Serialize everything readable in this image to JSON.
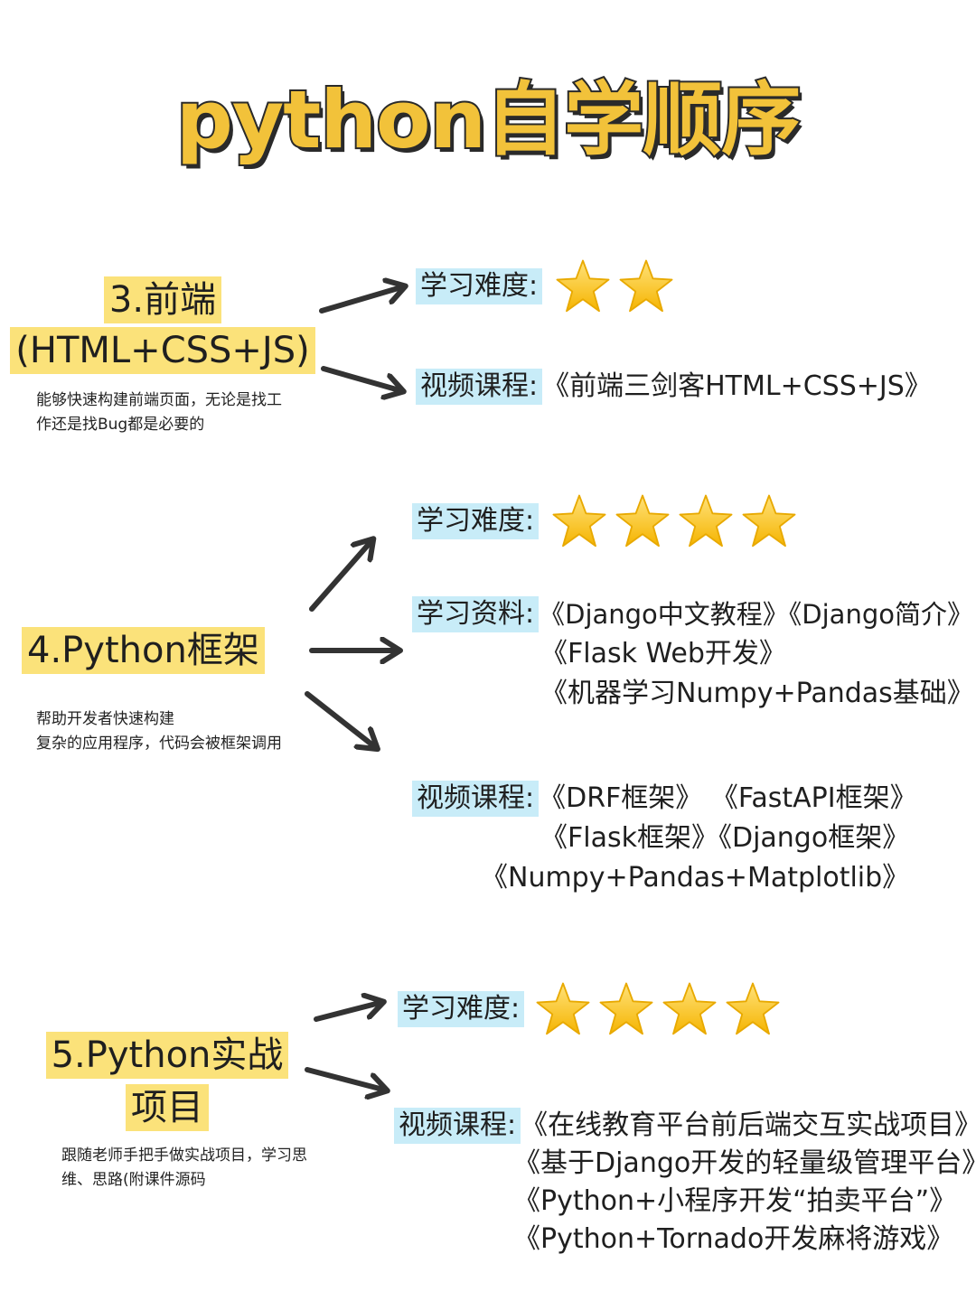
{
  "title": "python自学顺序",
  "colors": {
    "title_fill": "#f2c23a",
    "heading_bg": "#fbe27a",
    "chip_bg": "#c8ecf8",
    "star": "#f8c623",
    "arrow": "#333333"
  },
  "sections": [
    {
      "heading_lines": [
        "3.前端",
        "(HTML+CSS+JS)"
      ],
      "desc_lines": [
        "能够快速构建前端页面，无论是找工",
        "作还是找Bug都是必要的"
      ],
      "difficulty_label": "学习难度:",
      "stars": 2,
      "video_label": "视频课程:",
      "video_lines": [
        "《前端三剑客HTML+CSS+JS》"
      ]
    },
    {
      "heading_lines": [
        "4.Python框架"
      ],
      "desc_lines": [
        "帮助开发者快速构建",
        "复杂的应用程序，代码会被框架调用"
      ],
      "difficulty_label": "学习难度:",
      "stars": 4,
      "material_label": "学习资料:",
      "material_lines": [
        "《Django中文教程》《Django简介》",
        "《Flask Web开发》",
        "《机器学习Numpy+Pandas基础》"
      ],
      "video_label": "视频课程:",
      "video_lines": [
        "《DRF框架》  《FastAPI框架》",
        "《Flask框架》《Django框架》",
        "《Numpy+Pandas+Matplotlib》"
      ]
    },
    {
      "heading_lines": [
        "5.Python实战",
        "项目"
      ],
      "desc_lines": [
        "跟随老师手把手做实战项目，学习思",
        "维、思路(附课件源码"
      ],
      "difficulty_label": "学习难度:",
      "stars": 4,
      "video_label": "视频课程:",
      "video_lines": [
        "《在线教育平台前后端交互实战项目》",
        "《基于Django开发的轻量级管理平台》",
        "《Python+小程序开发“拍卖平台”》",
        "《Python+Tornado开发麻将游戏》"
      ]
    }
  ]
}
